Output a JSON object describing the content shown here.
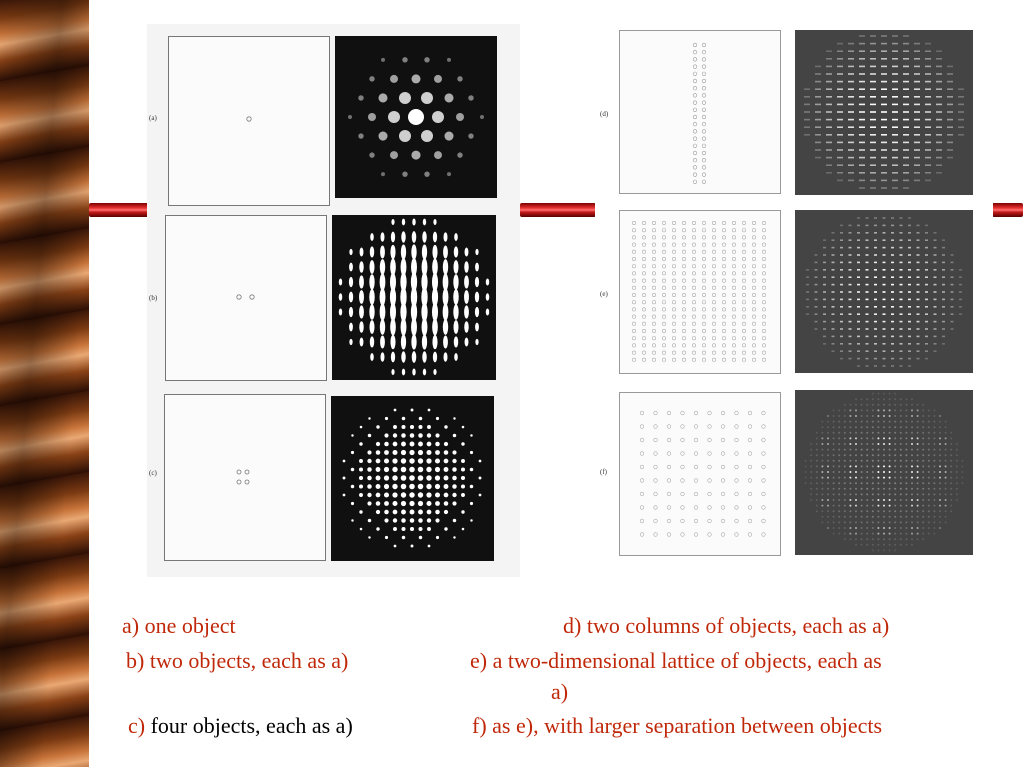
{
  "panel_labels": [
    "(a)",
    "(b)",
    "(c)",
    "(d)",
    "(e)",
    "(f)"
  ],
  "captions": {
    "a": "a) one object",
    "b": "b) two objects, each as a)",
    "c_prefix": "c)",
    "c_rest": "four objects, each as a)",
    "d": "d) two columns of objects, each as a)",
    "e_line1": "e) a two-dimensional lattice of objects, each as",
    "e_line2": "a)",
    "f": "f) as e), with larger separation between objects"
  },
  "colors": {
    "caption": "#c0280a",
    "bar": "#d42020",
    "wood": "#8a4216"
  }
}
